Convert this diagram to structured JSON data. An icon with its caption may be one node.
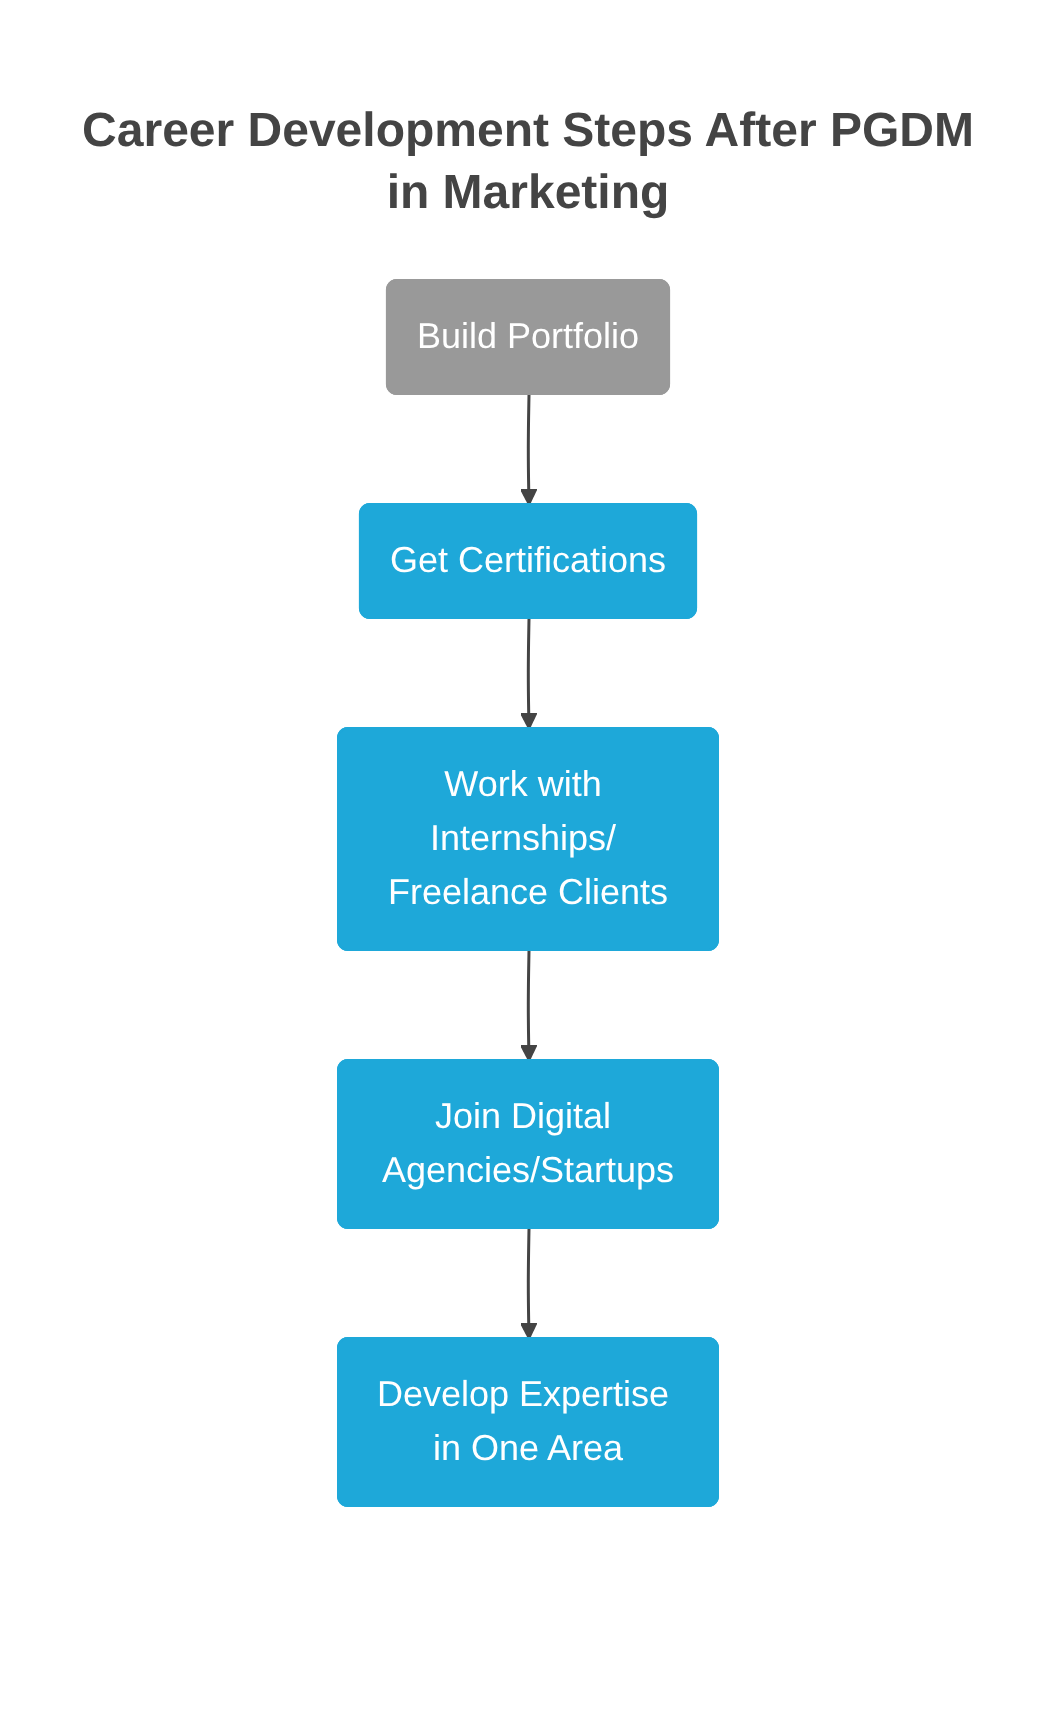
{
  "diagram": {
    "title": "Career Development Steps After PGDM in Marketing",
    "nodes": [
      {
        "text": [
          "Build Portfolio"
        ]
      },
      {
        "text": [
          "Get Certifications"
        ]
      },
      {
        "text": [
          "Work with Internships/ Freelance Clients"
        ]
      },
      {
        "text": [
          "Join Digital Agencies/Startups"
        ]
      },
      {
        "text": [
          "Develop Expertise in One Area"
        ]
      }
    ],
    "edges": [
      {
        "from": 0,
        "to": 1,
        "arrow": "to"
      },
      {
        "from": 1,
        "to": 2,
        "arrow": "to"
      },
      {
        "from": 2,
        "to": 3,
        "arrow": "to"
      },
      {
        "from": 3,
        "to": 4,
        "arrow": "to"
      }
    ]
  }
}
